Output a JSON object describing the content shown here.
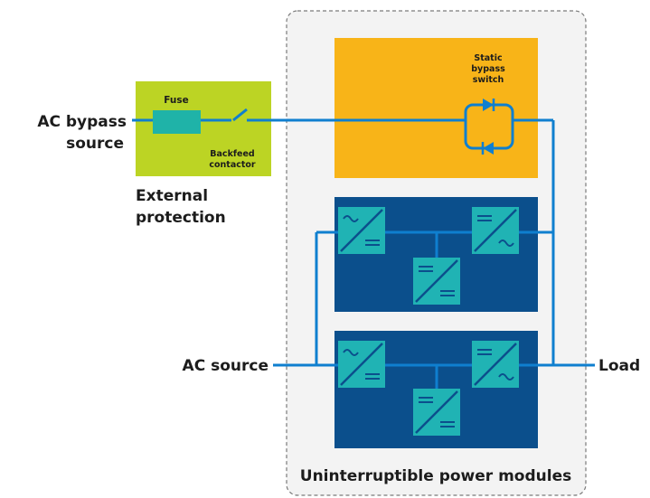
{
  "labels": {
    "ac_bypass_source_line1": "AC bypass",
    "ac_bypass_source_line2": "source",
    "fuse": "Fuse",
    "backfeed_line1": "Backfeed",
    "backfeed_line2": "contactor",
    "external_protection_line1": "External",
    "external_protection_line2": "protection",
    "static_bypass_line1": "Static",
    "static_bypass_line2": "bypass",
    "static_bypass_line3": "switch",
    "ac_source": "AC source",
    "load": "Load",
    "modules_caption": "Uninterruptible power modules"
  },
  "colors": {
    "wire": "#0f7fcf",
    "external_protection_box": "#bcd424",
    "fuse": "#1fb3a8",
    "bypass_box": "#f8b418",
    "module_box": "#0b4f8c",
    "converter": "#20b3b4",
    "enclosure_border": "#7a7a7a",
    "enclosure_fill": "#f3f3f3"
  }
}
